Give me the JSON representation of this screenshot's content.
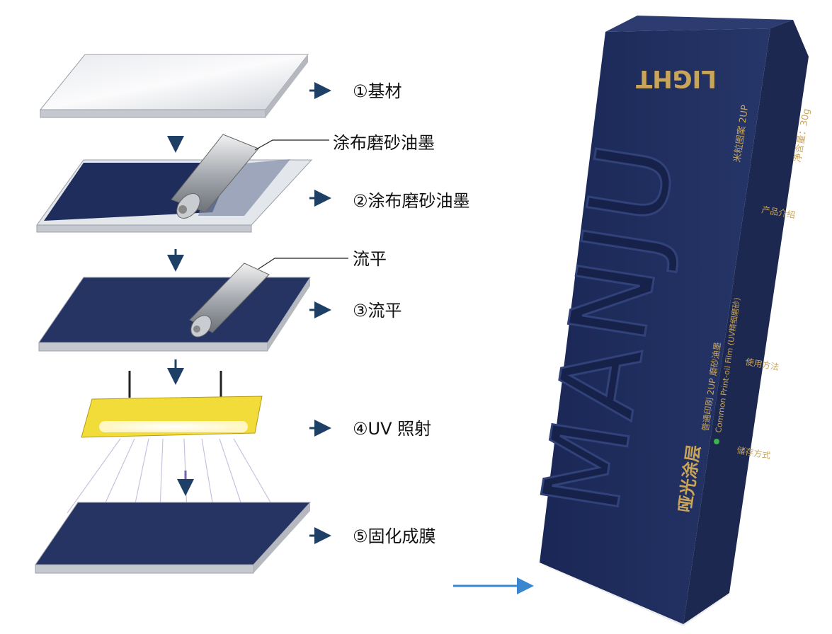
{
  "steps": [
    {
      "label": "①基材"
    },
    {
      "label": "②涂布磨砂油墨"
    },
    {
      "label": "③流平"
    },
    {
      "label": "④UV 照射"
    },
    {
      "label": "⑤固化成膜"
    }
  ],
  "callouts": {
    "coating": "涂布磨砂油墨",
    "leveling": "流平"
  },
  "box": {
    "brand": "MANJU",
    "top_mark": "LIGHT",
    "side_text_1": "米粒图案 2UP",
    "product_line_1": "普通印刷 2UP 磨砂油墨",
    "product_line_2": "Common Print-oil Film (UV精细磨砂)",
    "product_name": "哑光涂层",
    "net_weight": "净含量：30g",
    "section_1": "产品介绍",
    "section_2": "使用方法",
    "section_3": "储存方式"
  },
  "colors": {
    "navy": "#1f2d5c",
    "gold": "#c9a55a",
    "arrow": "#1e3f66",
    "accent_arrow": "#3a86d0",
    "lamp": "#f2dc3a"
  }
}
